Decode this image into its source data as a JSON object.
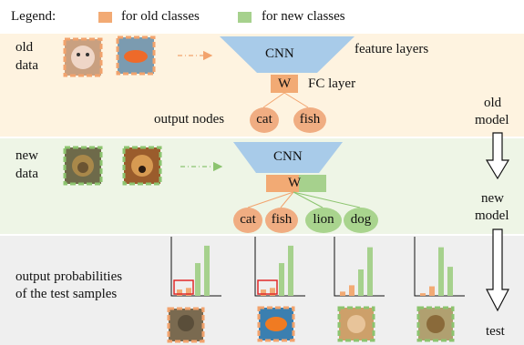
{
  "legend": {
    "label": "Legend:",
    "old_label": "for old classes",
    "new_label": "for new classes",
    "old_color": "#f2aa74",
    "new_color": "#a6d18d"
  },
  "colors": {
    "old_band": "#fef3e0",
    "new_band": "#eef5e6",
    "test_band": "#efefef",
    "cnn": "#a8cbe9",
    "old_node": "#f0ad82",
    "new_node": "#a9d48e",
    "highlight": "#e02a2a"
  },
  "old_section": {
    "data_label_line1": "old",
    "data_label_line2": "data",
    "cnn_label": "CNN",
    "feature_layers_label": "feature layers",
    "w_label": "W",
    "fc_layer_label": "FC layer",
    "output_nodes_label": "output nodes",
    "nodes": [
      "cat",
      "fish"
    ],
    "model_label_line1": "old",
    "model_label_line2": "model"
  },
  "new_section": {
    "data_label_line1": "new",
    "data_label_line2": "data",
    "cnn_label": "CNN",
    "w_label": "W",
    "old_nodes": [
      "cat",
      "fish"
    ],
    "new_nodes": [
      "lion",
      "dog"
    ],
    "model_label_line1": "new",
    "model_label_line2": "model"
  },
  "test_section": {
    "caption_line1": "output probabilities",
    "caption_line2": "of the test samples",
    "test_label": "test",
    "samples": [
      {
        "image": "cat photo",
        "old": [
          0.12,
          0.15
        ],
        "new": [
          0.62,
          0.95
        ],
        "highlight": true
      },
      {
        "image": "goldfish photo",
        "old": [
          0.12,
          0.15
        ],
        "new": [
          0.62,
          0.95
        ],
        "highlight": true
      },
      {
        "image": "dog photo",
        "old": [
          0.08,
          0.2
        ],
        "new": [
          0.5,
          0.92
        ],
        "highlight": false
      },
      {
        "image": "lion photo",
        "old": [
          0.05,
          0.18
        ],
        "new": [
          0.92,
          0.55
        ],
        "highlight": false
      }
    ]
  }
}
